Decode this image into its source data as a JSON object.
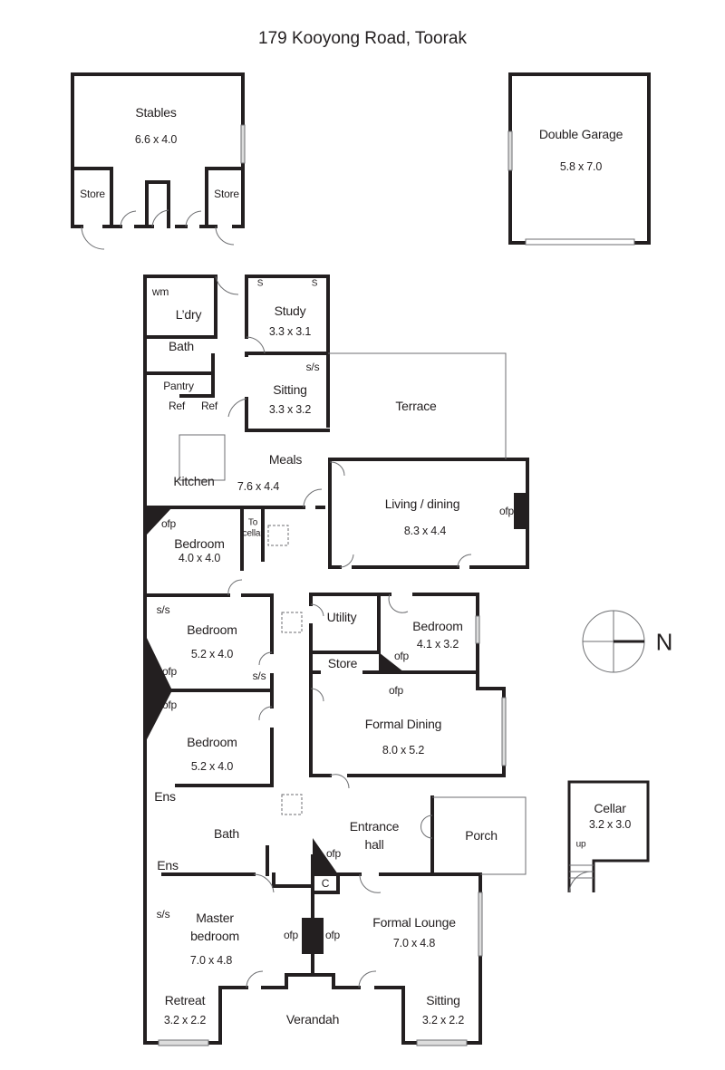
{
  "title": "179 Kooyong Road, Toorak",
  "compass": {
    "label": "N",
    "icon": "north-compass-icon"
  },
  "outbuildings": {
    "stables": {
      "name": "Stables",
      "dims": "6.6 x 4.0",
      "store_left": "Store",
      "store_right": "Store"
    },
    "garage": {
      "name": "Double Garage",
      "dims": "5.8 x 7.0"
    }
  },
  "rooms": {
    "laundry": {
      "name": "L’dry",
      "wm": "wm"
    },
    "study": {
      "name": "Study",
      "dims": "3.3 x 3.1",
      "shelf1": "S",
      "shelf2": "S"
    },
    "bath_top": {
      "name": "Bath"
    },
    "pantry": {
      "name": "Pantry",
      "ref1": "Ref",
      "ref2": "Ref"
    },
    "sitting_top": {
      "name": "Sitting",
      "dims": "3.3 x 3.2",
      "ss": "s/s"
    },
    "terrace": {
      "name": "Terrace"
    },
    "meals": {
      "name": "Meals",
      "dims": "7.6 x 4.4"
    },
    "kitchen": {
      "name": "Kitchen"
    },
    "living": {
      "name": "Living / dining",
      "dims": "8.3 x 4.4",
      "ofp": "ofp"
    },
    "bedroom1": {
      "name": "Bedroom",
      "dims": "4.0 x 4.0",
      "ofp": "ofp",
      "to_cellar": "To cellar"
    },
    "bedroom2": {
      "name": "Bedroom",
      "dims": "5.2 x 4.0",
      "ss1": "s/s",
      "ss2": "s/s",
      "ofp": "ofp"
    },
    "bedroom3": {
      "name": "Bedroom",
      "dims": "5.2 x 4.0",
      "ofp": "ofp"
    },
    "utility": {
      "name": "Utility"
    },
    "bedroom4": {
      "name": "Bedroom",
      "dims": "4.1 x 3.2",
      "ofp": "ofp"
    },
    "store": {
      "name": "Store"
    },
    "formal_dining": {
      "name": "Formal Dining",
      "dims": "8.0 x 5.2",
      "ofp": "ofp"
    },
    "ens1": {
      "name": "Ens"
    },
    "ens2": {
      "name": "Ens"
    },
    "bath_main": {
      "name": "Bath"
    },
    "entrance": {
      "name": "Entrance hall",
      "line1": "Entrance",
      "line2": "hall",
      "ofp": "ofp",
      "closet": "C"
    },
    "porch": {
      "name": "Porch"
    },
    "master": {
      "line1": "Master",
      "line2": "bedroom",
      "dims": "7.0 x 4.8",
      "ss": "s/s",
      "ofp": "ofp"
    },
    "formal_lounge": {
      "name": "Formal Lounge",
      "dims": "7.0 x 4.8",
      "ofp": "ofp"
    },
    "retreat": {
      "name": "Retreat",
      "dims": "3.2 x 2.2"
    },
    "verandah": {
      "name": "Verandah"
    },
    "sitting_front": {
      "name": "Sitting",
      "dims": "3.2 x 2.2"
    },
    "cellar": {
      "name": "Cellar",
      "dims": "3.2 x 3.0",
      "up": "up"
    }
  }
}
